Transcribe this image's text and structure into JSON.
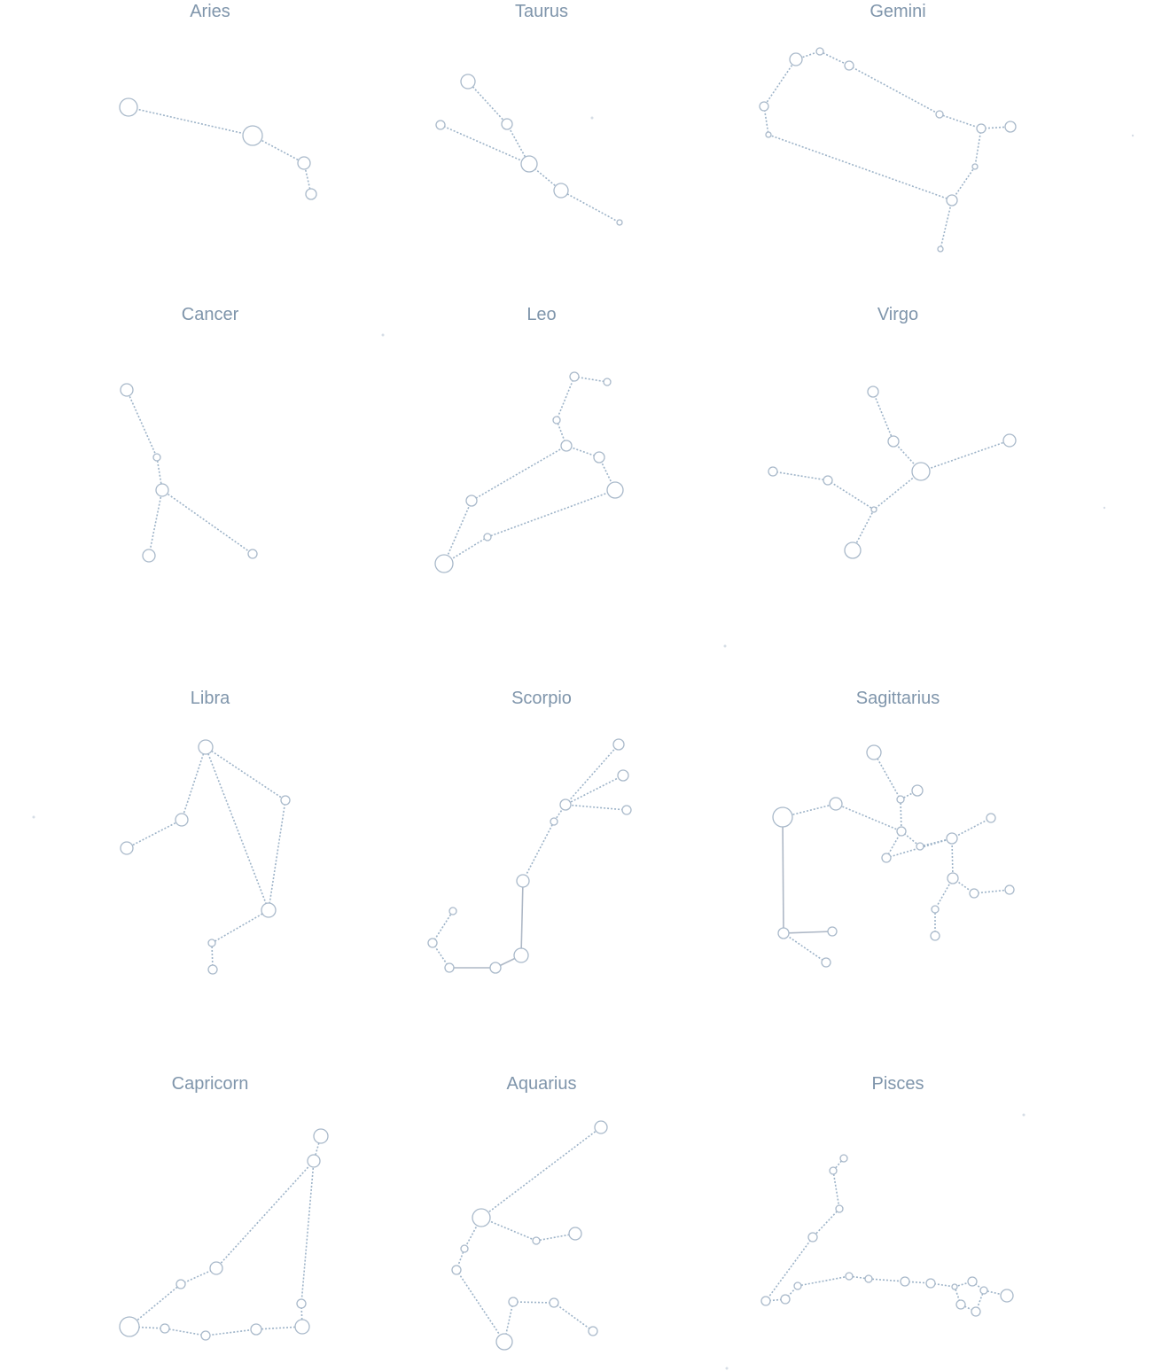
{
  "colors": {
    "background": "#ffffff",
    "title": "#7f95ab",
    "line": "#9db3c8",
    "star_outline": "#a9b9ca"
  },
  "constellations": [
    {
      "name": "Aries",
      "stars": [
        [
          145,
          121,
          10
        ],
        [
          285,
          153,
          11
        ],
        [
          343,
          184,
          7
        ],
        [
          351,
          219,
          6
        ]
      ],
      "edges": [
        [
          0,
          1
        ],
        [
          1,
          2
        ],
        [
          2,
          3
        ]
      ]
    },
    {
      "name": "Taurus",
      "stars": [
        [
          528,
          92,
          8
        ],
        [
          572,
          140,
          6
        ],
        [
          597,
          185,
          9
        ],
        [
          633,
          215,
          8
        ],
        [
          497,
          141,
          5
        ],
        [
          699,
          251,
          3
        ]
      ],
      "edges": [
        [
          0,
          1
        ],
        [
          1,
          2
        ],
        [
          4,
          2
        ],
        [
          2,
          3
        ],
        [
          3,
          5
        ]
      ]
    },
    {
      "name": "Gemini",
      "stars": [
        [
          898,
          67,
          7
        ],
        [
          925,
          58,
          4
        ],
        [
          958,
          74,
          5
        ],
        [
          1060,
          129,
          4
        ],
        [
          1107,
          145,
          5
        ],
        [
          1140,
          143,
          6
        ],
        [
          862,
          120,
          5
        ],
        [
          867,
          152,
          3
        ],
        [
          1100,
          188,
          3
        ],
        [
          1074,
          226,
          6
        ],
        [
          1061,
          281,
          3
        ]
      ],
      "edges": [
        [
          0,
          1
        ],
        [
          1,
          2
        ],
        [
          2,
          3
        ],
        [
          3,
          4
        ],
        [
          4,
          5
        ],
        [
          0,
          6
        ],
        [
          6,
          7
        ],
        [
          7,
          9
        ],
        [
          4,
          8
        ],
        [
          8,
          9
        ],
        [
          9,
          10
        ]
      ]
    },
    {
      "name": "Cancer",
      "stars": [
        [
          143,
          440,
          7
        ],
        [
          177,
          516,
          4
        ],
        [
          183,
          553,
          7
        ],
        [
          168,
          627,
          7
        ],
        [
          285,
          625,
          5
        ]
      ],
      "edges": [
        [
          0,
          1
        ],
        [
          1,
          2
        ],
        [
          2,
          3
        ],
        [
          2,
          4
        ]
      ]
    },
    {
      "name": "Leo",
      "stars": [
        [
          648,
          425,
          5
        ],
        [
          685,
          431,
          4
        ],
        [
          628,
          474,
          4
        ],
        [
          639,
          503,
          6
        ],
        [
          676,
          516,
          6
        ],
        [
          694,
          553,
          9
        ],
        [
          532,
          565,
          6
        ],
        [
          550,
          606,
          4
        ],
        [
          501,
          636,
          10
        ]
      ],
      "edges": [
        [
          0,
          1
        ],
        [
          0,
          2
        ],
        [
          2,
          3
        ],
        [
          3,
          4
        ],
        [
          4,
          5
        ],
        [
          3,
          6
        ],
        [
          6,
          8
        ],
        [
          8,
          7
        ],
        [
          7,
          5
        ]
      ]
    },
    {
      "name": "Virgo",
      "stars": [
        [
          985,
          442,
          6
        ],
        [
          1008,
          498,
          6
        ],
        [
          1039,
          532,
          10
        ],
        [
          1139,
          497,
          7
        ],
        [
          872,
          532,
          5
        ],
        [
          934,
          542,
          5
        ],
        [
          986,
          575,
          3
        ],
        [
          962,
          621,
          9
        ]
      ],
      "edges": [
        [
          0,
          1
        ],
        [
          1,
          2
        ],
        [
          2,
          3
        ],
        [
          4,
          5
        ],
        [
          5,
          6
        ],
        [
          2,
          6
        ],
        [
          6,
          7
        ]
      ]
    },
    {
      "name": "Libra",
      "stars": [
        [
          232,
          843,
          8
        ],
        [
          322,
          903,
          5
        ],
        [
          205,
          925,
          7
        ],
        [
          143,
          957,
          7
        ],
        [
          303,
          1027,
          8
        ],
        [
          239,
          1064,
          4
        ],
        [
          240,
          1094,
          5
        ]
      ],
      "edges": [
        [
          0,
          1
        ],
        [
          0,
          2
        ],
        [
          2,
          3
        ],
        [
          0,
          4
        ],
        [
          1,
          4
        ],
        [
          4,
          5
        ],
        [
          5,
          6
        ]
      ]
    },
    {
      "name": "Scorpio",
      "stars": [
        [
          698,
          840,
          6
        ],
        [
          703,
          875,
          6
        ],
        [
          707,
          914,
          5
        ],
        [
          638,
          908,
          6
        ],
        [
          625,
          927,
          4
        ],
        [
          590,
          994,
          7
        ],
        [
          588,
          1078,
          8
        ],
        [
          559,
          1092,
          6
        ],
        [
          507,
          1092,
          5
        ],
        [
          488,
          1064,
          5
        ],
        [
          511,
          1028,
          4
        ]
      ],
      "edges": [
        [
          0,
          3
        ],
        [
          1,
          3
        ],
        [
          2,
          3
        ],
        [
          3,
          4
        ],
        [
          4,
          5
        ],
        [
          5,
          6
        ],
        [
          6,
          7
        ],
        [
          7,
          8
        ],
        [
          8,
          9
        ],
        [
          9,
          10
        ]
      ]
    },
    {
      "name": "Sagittarius",
      "stars": [
        [
          986,
          849,
          8
        ],
        [
          1035,
          892,
          6
        ],
        [
          1016,
          902,
          4
        ],
        [
          943,
          907,
          7
        ],
        [
          883,
          922,
          11
        ],
        [
          1017,
          938,
          5
        ],
        [
          1038,
          955,
          4
        ],
        [
          1074,
          946,
          6
        ],
        [
          1118,
          923,
          5
        ],
        [
          1000,
          968,
          5
        ],
        [
          1075,
          991,
          6
        ],
        [
          1099,
          1008,
          5
        ],
        [
          1139,
          1004,
          5
        ],
        [
          1055,
          1026,
          4
        ],
        [
          1055,
          1056,
          5
        ],
        [
          884,
          1053,
          6
        ],
        [
          939,
          1051,
          5
        ],
        [
          932,
          1086,
          5
        ]
      ],
      "edges": [
        [
          0,
          2
        ],
        [
          2,
          1
        ],
        [
          2,
          5
        ],
        [
          3,
          4
        ],
        [
          3,
          5
        ],
        [
          5,
          6
        ],
        [
          6,
          7
        ],
        [
          7,
          8
        ],
        [
          5,
          9
        ],
        [
          9,
          7
        ],
        [
          7,
          10
        ],
        [
          10,
          11
        ],
        [
          11,
          12
        ],
        [
          10,
          13
        ],
        [
          13,
          14
        ],
        [
          4,
          15
        ],
        [
          15,
          16
        ],
        [
          15,
          17
        ]
      ]
    },
    {
      "name": "Capricorn",
      "stars": [
        [
          362,
          1282,
          8
        ],
        [
          354,
          1310,
          7
        ],
        [
          340,
          1471,
          5
        ],
        [
          341,
          1497,
          8
        ],
        [
          289,
          1500,
          6
        ],
        [
          232,
          1507,
          5
        ],
        [
          186,
          1499,
          5
        ],
        [
          146,
          1497,
          11
        ],
        [
          204,
          1449,
          5
        ],
        [
          244,
          1431,
          7
        ]
      ],
      "edges": [
        [
          0,
          1
        ],
        [
          1,
          2
        ],
        [
          2,
          3
        ],
        [
          3,
          4
        ],
        [
          4,
          5
        ],
        [
          5,
          6
        ],
        [
          6,
          7
        ],
        [
          7,
          8
        ],
        [
          8,
          9
        ],
        [
          9,
          1
        ]
      ]
    },
    {
      "name": "Aquarius",
      "stars": [
        [
          678,
          1272,
          7
        ],
        [
          543,
          1374,
          10
        ],
        [
          605,
          1400,
          4
        ],
        [
          649,
          1392,
          7
        ],
        [
          524,
          1409,
          4
        ],
        [
          515,
          1433,
          5
        ],
        [
          579,
          1469,
          5
        ],
        [
          625,
          1470,
          5
        ],
        [
          669,
          1502,
          5
        ],
        [
          569,
          1514,
          9
        ]
      ],
      "edges": [
        [
          0,
          1
        ],
        [
          1,
          2
        ],
        [
          2,
          3
        ],
        [
          1,
          4
        ],
        [
          4,
          5
        ],
        [
          5,
          9
        ],
        [
          9,
          6
        ],
        [
          6,
          7
        ],
        [
          7,
          8
        ]
      ]
    },
    {
      "name": "Pisces",
      "stars": [
        [
          952,
          1307,
          4
        ],
        [
          940,
          1321,
          4
        ],
        [
          947,
          1364,
          4
        ],
        [
          917,
          1396,
          5
        ],
        [
          900,
          1451,
          4
        ],
        [
          886,
          1466,
          5
        ],
        [
          864,
          1468,
          5
        ],
        [
          958,
          1440,
          4
        ],
        [
          980,
          1443,
          4
        ],
        [
          1021,
          1446,
          5
        ],
        [
          1050,
          1448,
          5
        ],
        [
          1077,
          1452,
          3
        ],
        [
          1097,
          1446,
          5
        ],
        [
          1110,
          1456,
          4
        ],
        [
          1084,
          1472,
          5
        ],
        [
          1101,
          1480,
          5
        ],
        [
          1136,
          1462,
          7
        ]
      ],
      "edges": [
        [
          0,
          1
        ],
        [
          1,
          2
        ],
        [
          2,
          3
        ],
        [
          3,
          6
        ],
        [
          6,
          5
        ],
        [
          5,
          4
        ],
        [
          4,
          7
        ],
        [
          7,
          8
        ],
        [
          8,
          9
        ],
        [
          9,
          10
        ],
        [
          10,
          11
        ],
        [
          11,
          12
        ],
        [
          12,
          13
        ],
        [
          13,
          15
        ],
        [
          15,
          14
        ],
        [
          14,
          11
        ],
        [
          13,
          16
        ]
      ]
    }
  ]
}
